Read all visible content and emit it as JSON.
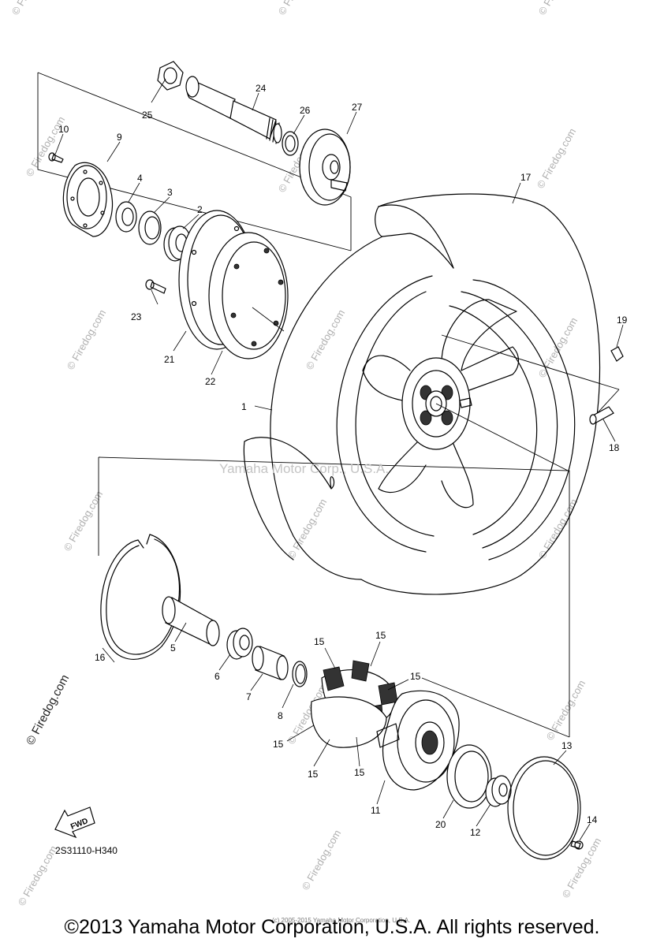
{
  "diagram": {
    "code": "2S31110-H340",
    "fwd_label": "FWD",
    "copyright": "©2013 Yamaha Motor Corporation, U.S.A. All rights reserved.",
    "side_watermark": "© Firedog.com",
    "center_watermark": "Yamaha Motor Corp., U.S.A.",
    "repeat_watermark": "© Firedog.com",
    "small_copyright": "(c) 2005-2015 Yamaha Motor Corporation, U.S.A."
  },
  "callouts": {
    "c1": "1",
    "c2": "2",
    "c3": "3",
    "c4": "4",
    "c5": "5",
    "c6": "6",
    "c7": "7",
    "c8": "8",
    "c9": "9",
    "c10": "10",
    "c11": "11",
    "c12": "12",
    "c13": "13",
    "c14": "14",
    "c15": "15",
    "c16": "16",
    "c17": "17",
    "c18": "18",
    "c19": "19",
    "c20": "20",
    "c21": "21",
    "c22": "22",
    "c23": "23",
    "c24": "24",
    "c25": "25",
    "c26": "26",
    "c27": "27"
  }
}
